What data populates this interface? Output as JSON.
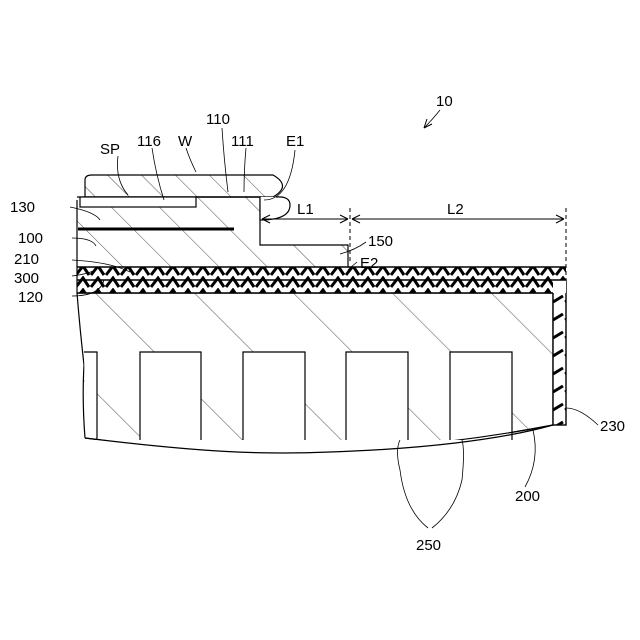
{
  "figure": {
    "ref_numeral": "10",
    "labels": {
      "sp": "SP",
      "n116": "116",
      "w": "W",
      "n110": "110",
      "n111": "111",
      "e1": "E1",
      "l1": "L1",
      "l2": "L2",
      "n130": "130",
      "n100": "100",
      "n150": "150",
      "n210": "210",
      "e2": "E2",
      "n300": "300",
      "n120": "120",
      "n230": "230",
      "n200": "200",
      "n250": "250"
    }
  }
}
